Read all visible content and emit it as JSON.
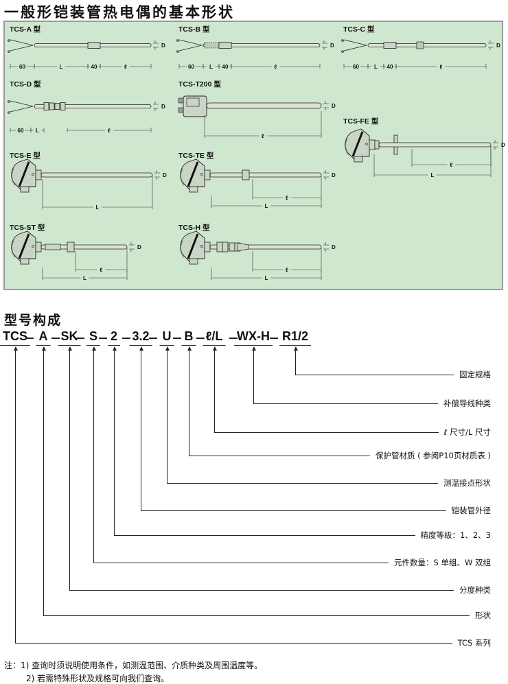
{
  "title": "一般形铠装管热电偶的基本形状",
  "shapes": [
    {
      "name": "TCS-A 型",
      "kind": "wire",
      "dims": [
        "60",
        "L",
        "40",
        "ℓ"
      ],
      "d": "D"
    },
    {
      "name": "TCS-B 型",
      "kind": "wireB",
      "dims": [
        "60",
        "L",
        "40",
        "ℓ"
      ],
      "d": "D"
    },
    {
      "name": "TCS-C 型",
      "kind": "wireC",
      "dims": [
        "60",
        "L",
        "40",
        "ℓ"
      ],
      "d": "D"
    },
    {
      "name": "TCS-D 型",
      "kind": "wireD",
      "dims": [
        "60",
        "L",
        "ℓ"
      ],
      "d": "D"
    },
    {
      "name": "TCS-T200 型",
      "kind": "t200",
      "dims": [
        "ℓ"
      ],
      "d": "D"
    },
    {
      "name": "TCS-FE 型",
      "kind": "fe",
      "dims": [
        "ℓ",
        "L"
      ],
      "d": "D"
    },
    {
      "name": "TCS-E 型",
      "kind": "e",
      "dims": [
        "L"
      ],
      "d": "D"
    },
    {
      "name": "TCS-TE 型",
      "kind": "te",
      "dims": [
        "ℓ",
        "L"
      ],
      "d": "D"
    },
    {
      "name": "TCS-ST 型",
      "kind": "st",
      "dims": [
        "ℓ",
        "L"
      ],
      "d": "D"
    },
    {
      "name": "TCS-H 型",
      "kind": "h",
      "dims": [
        "ℓ",
        "L"
      ],
      "d": "D"
    }
  ],
  "model_title": "型号构成",
  "code": [
    "TCS",
    "A",
    "SK",
    "S",
    "2",
    "3.2",
    "U",
    "B",
    "ℓ/L",
    "WX-H",
    "R1/2"
  ],
  "descriptions": [
    "TCS 系列",
    "形状",
    "分度种类",
    "元件数量：S 单组、W 双组",
    "精度等级：1、2、3",
    "铠装管外径",
    "测温接点形状",
    "保护管材质 ( 参阅P10页材质表 )",
    "ℓ 尺寸/L 尺寸",
    "补偿导线种类",
    "固定规格"
  ],
  "notes": [
    "注：1) 查询时须说明使用条件，如测温范围、介质种类及周围温度等。",
    "2) 若需特殊形状及规格可向我们查询。"
  ],
  "colors": {
    "panel": "#cfe6cf"
  }
}
